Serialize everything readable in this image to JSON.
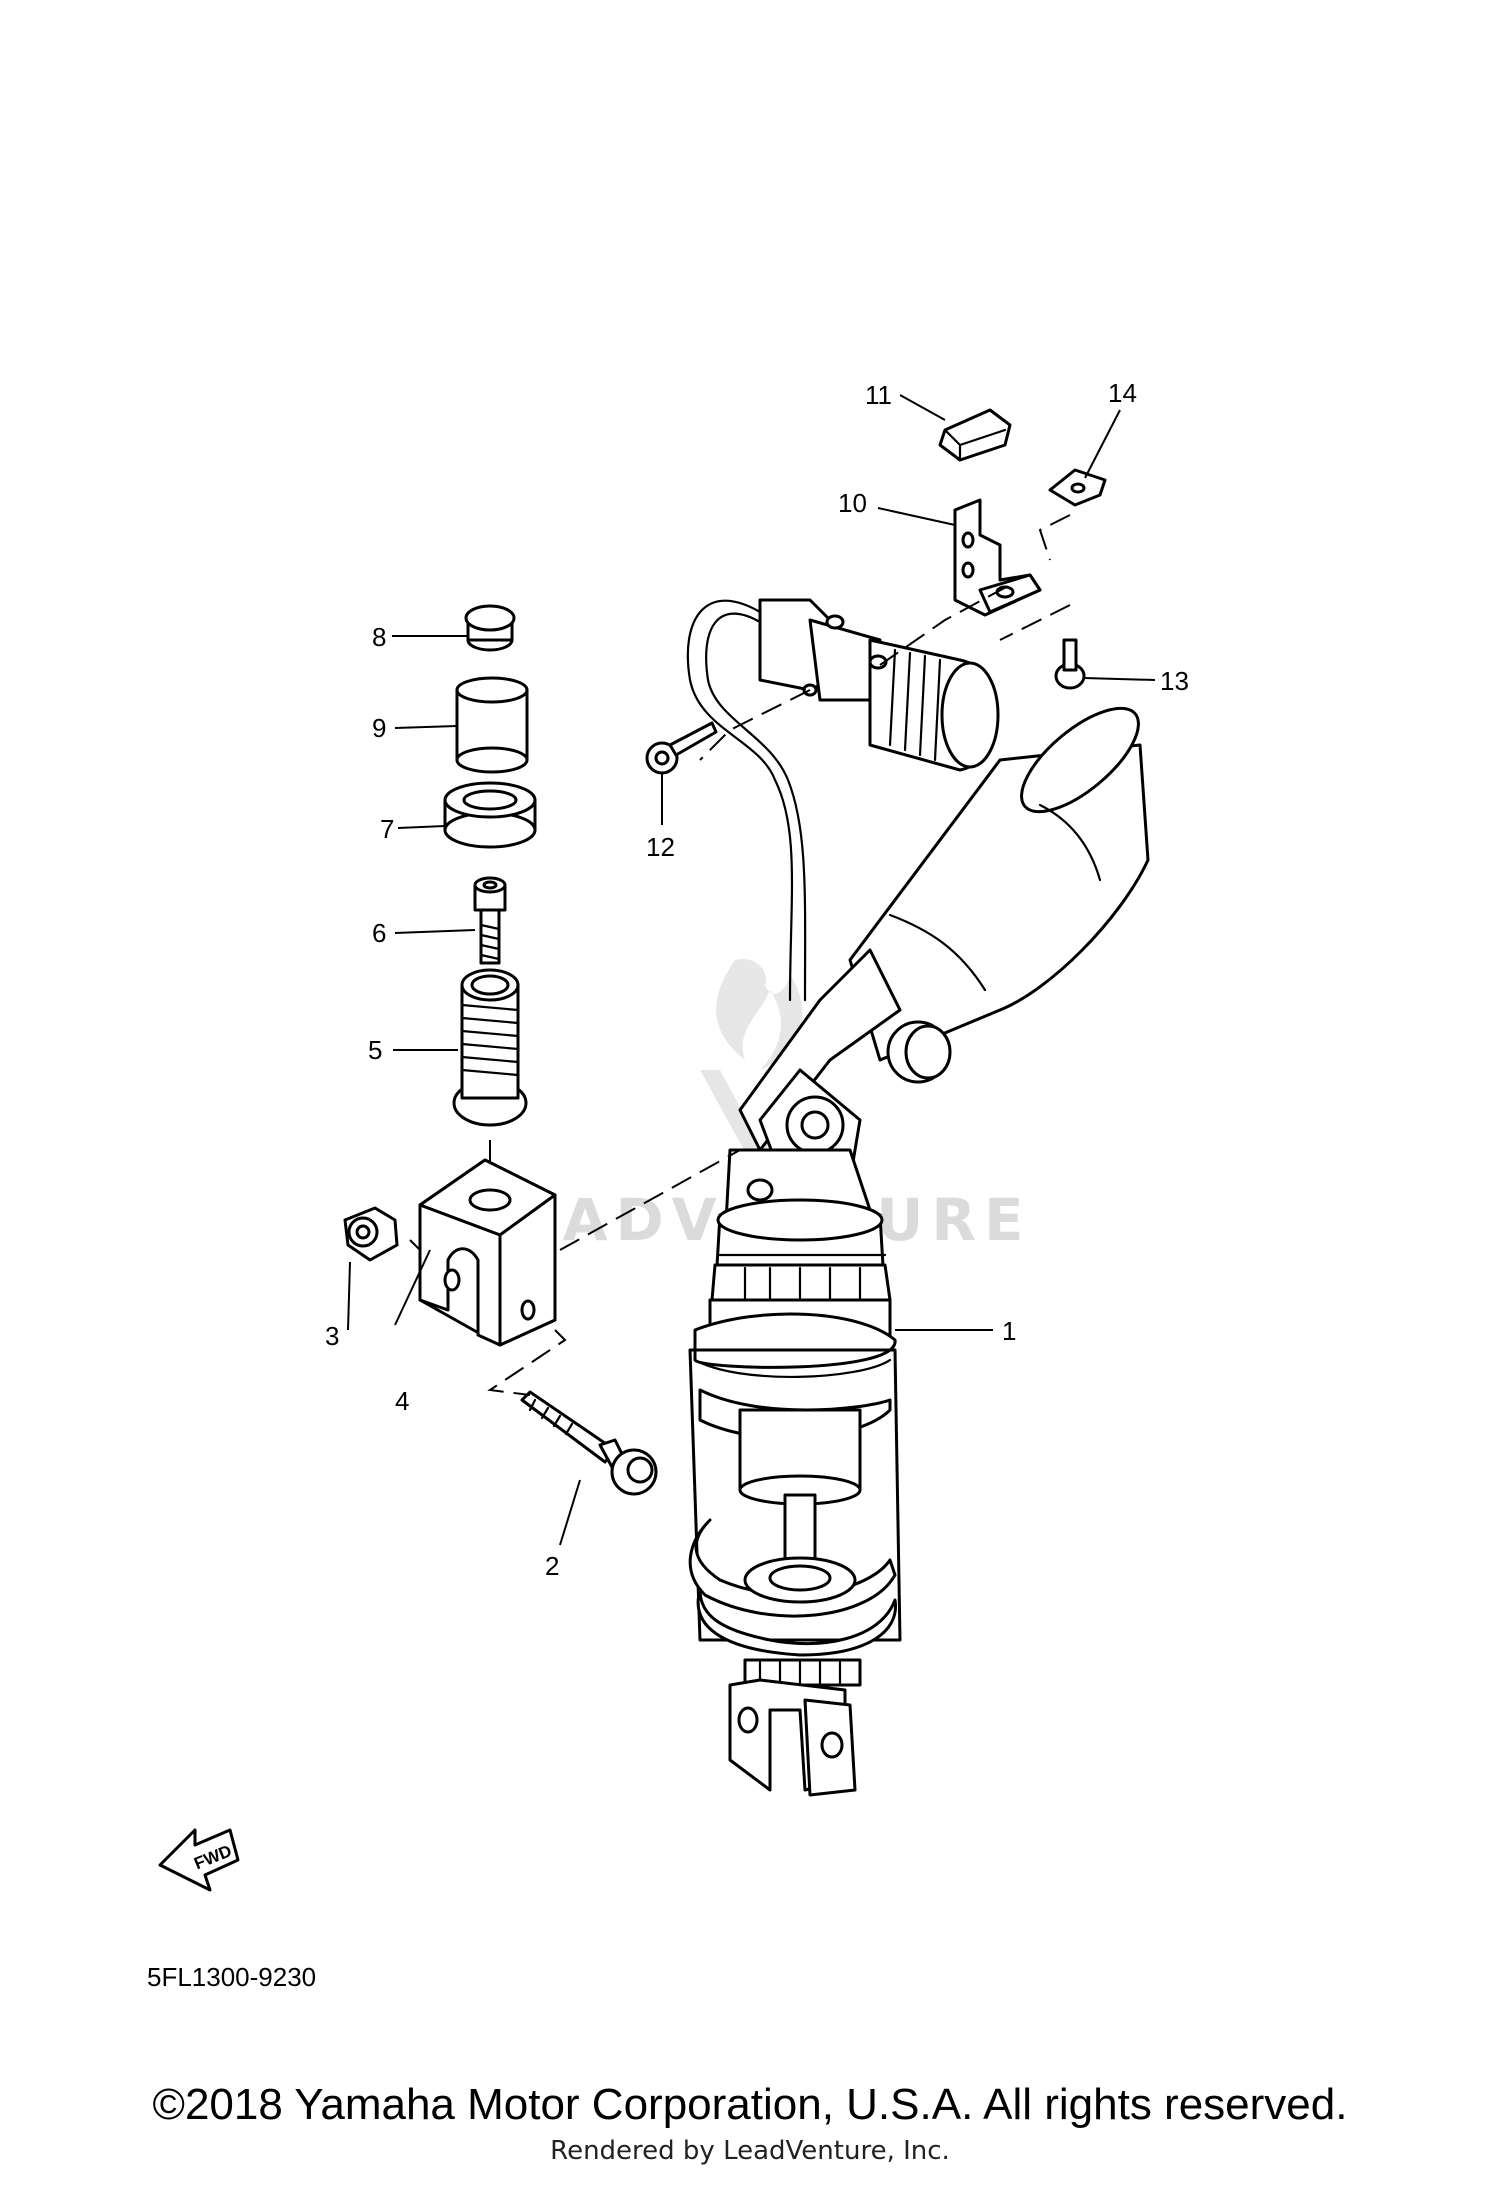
{
  "diagram": {
    "callouts": [
      {
        "id": "1",
        "label": "1"
      },
      {
        "id": "2",
        "label": "2"
      },
      {
        "id": "3",
        "label": "3"
      },
      {
        "id": "4",
        "label": "4"
      },
      {
        "id": "5",
        "label": "5"
      },
      {
        "id": "6",
        "label": "6"
      },
      {
        "id": "7",
        "label": "7"
      },
      {
        "id": "8",
        "label": "8"
      },
      {
        "id": "9",
        "label": "9"
      },
      {
        "id": "10",
        "label": "10"
      },
      {
        "id": "11",
        "label": "11"
      },
      {
        "id": "12",
        "label": "12"
      },
      {
        "id": "13",
        "label": "13"
      },
      {
        "id": "14",
        "label": "14"
      }
    ],
    "fwd_label": "FWD",
    "watermark": "LEADVENTURE",
    "drawing_code": "5FL1300-9230"
  },
  "footer": {
    "copyright": "©2018 Yamaha Motor Corporation, U.S.A. All rights reserved.",
    "rendered_by": "Rendered by LeadVenture, Inc."
  }
}
